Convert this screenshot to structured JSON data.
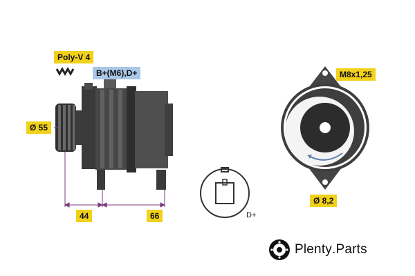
{
  "labels": {
    "belt": "Poly-V 4",
    "terminals": "B+(M6),D+",
    "thread": "M8x1,25",
    "pulley_diameter": "Ø 55",
    "dim_left": "44",
    "dim_right": "66",
    "hole_diameter": "Ø 8,2",
    "connector_terminal": "D+"
  },
  "brand": {
    "name": "Plenty",
    "dot": ".",
    "suffix": "Parts"
  },
  "colors": {
    "yellow_label": "#f2d11a",
    "blue_label": "#a9c7e6",
    "dimension_line": "#7a3b7a",
    "body_dark": "#3a3a3a",
    "body_mid": "#5a5a5a"
  }
}
